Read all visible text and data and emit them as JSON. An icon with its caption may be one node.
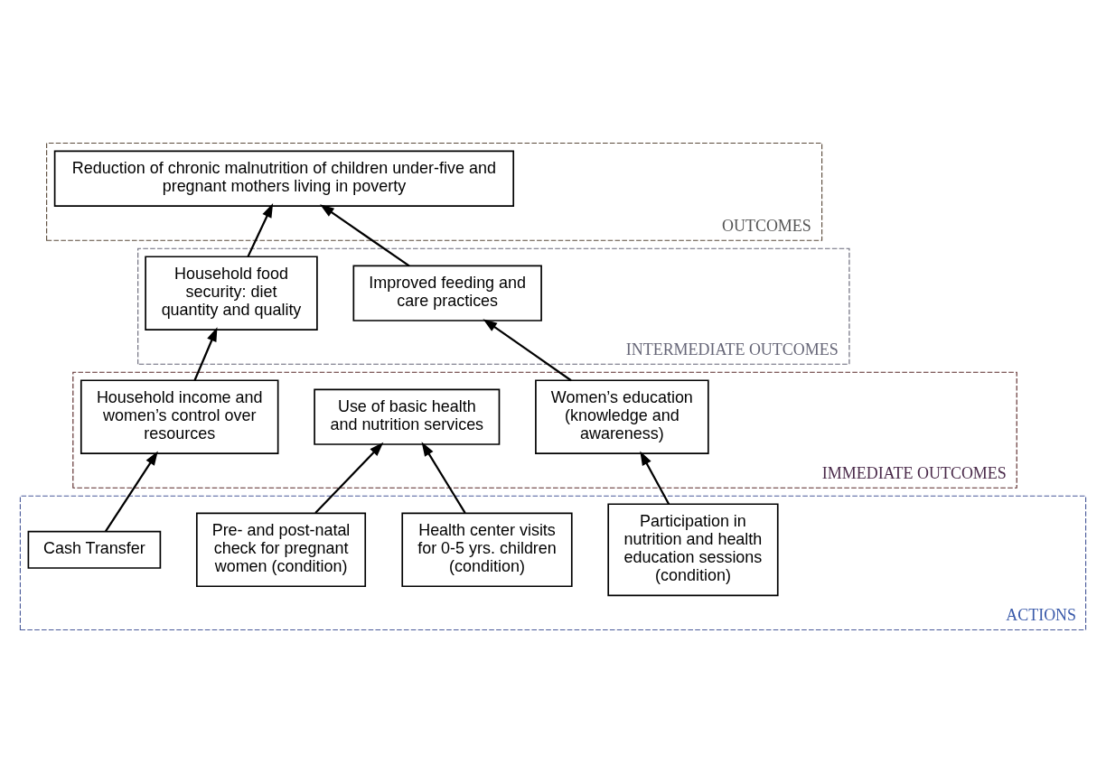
{
  "diagram": {
    "nodes": [
      {
        "text": [
          "OUTCOMES"
        ]
      },
      {
        "text": [
          "Reduction of chronic malnutrition of children under-five and pregnant mothers living in poverty"
        ],
        "in": 0
      },
      {
        "text": [
          "INTERMEDIATE OUTCOMES"
        ]
      },
      {
        "text": [
          "Household food security: diet quantity and quality"
        ],
        "in": 2
      },
      {
        "text": [
          "Improved feeding and care practices"
        ],
        "in": 2
      },
      {
        "text": [
          "IMMEDIATE OUTCOMES"
        ]
      },
      {
        "text": [
          "Household income and women’s control over resources"
        ],
        "in": 5
      },
      {
        "text": [
          "Use of basic health and nutrition services"
        ],
        "in": 5
      },
      {
        "text": [
          "Women’s education (knowledge and awareness)"
        ],
        "in": 5
      },
      {
        "text": [
          "ACTIONS"
        ]
      },
      {
        "text": [
          "Cash Transfer"
        ],
        "in": 9
      },
      {
        "text": [
          "Pre- and post-natal check for pregnant women (condition)"
        ],
        "in": 9
      },
      {
        "text": [
          "Health center visits for 0-5 yrs. children (condition)"
        ],
        "in": 9
      },
      {
        "text": [
          "Participation in nutrition and health education sessions (condition)"
        ],
        "in": 9
      }
    ],
    "edges": [
      {
        "from": 3,
        "to": 1,
        "arrow": "to"
      },
      {
        "from": 4,
        "to": 1,
        "arrow": "to"
      },
      {
        "from": 6,
        "to": 3,
        "arrow": "to"
      },
      {
        "from": 8,
        "to": 4,
        "arrow": "to"
      },
      {
        "from": 10,
        "to": 6,
        "arrow": "to"
      },
      {
        "from": 11,
        "to": 7,
        "arrow": "to"
      },
      {
        "from": 12,
        "to": 7,
        "arrow": "to"
      },
      {
        "from": 13,
        "to": 8,
        "arrow": "to"
      }
    ]
  }
}
